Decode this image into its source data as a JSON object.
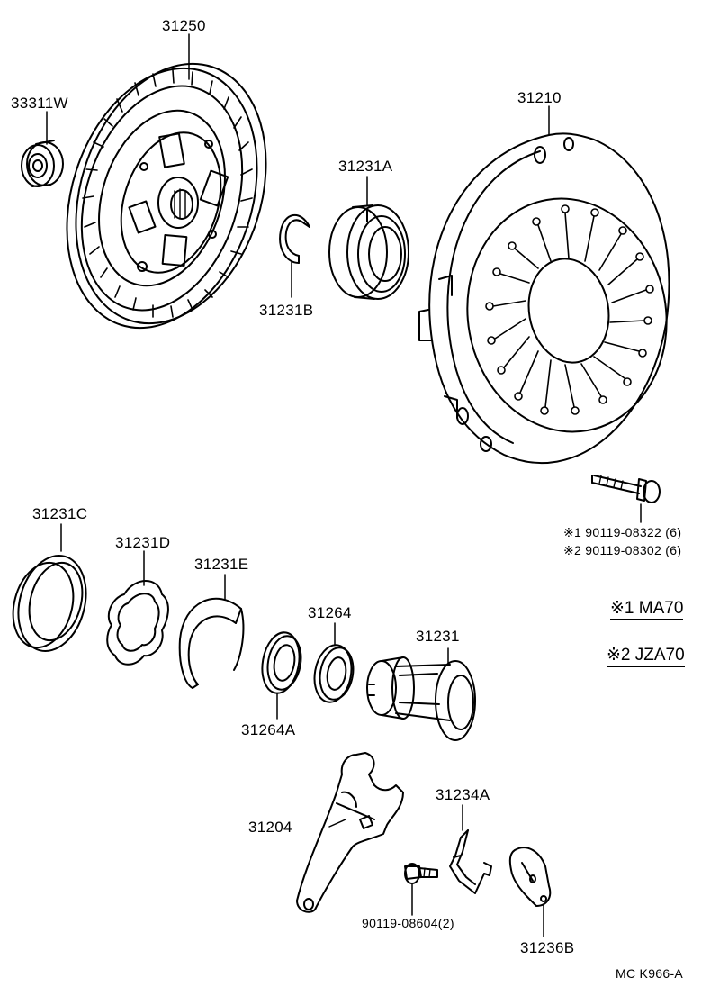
{
  "labels": {
    "p31250": "31250",
    "p33311W": "33311W",
    "p31210": "31210",
    "p31231A": "31231A",
    "p31231B": "31231B",
    "p31231C": "31231C",
    "p31231D": "31231D",
    "p31231E": "31231E",
    "p31264": "31264",
    "p31264A": "31264A",
    "p31231": "31231",
    "p31234A": "31234A",
    "p31204": "31204",
    "p31236B": "31236B",
    "bolt_small": "90119-08604(2)",
    "bolt1": "※1 90119-08322 (6)",
    "bolt2": "※2 90119-08302 (6)"
  },
  "legend": {
    "item1": "※1 MA70",
    "item2": "※2 JZA70"
  },
  "footer": {
    "code": "MC K966-A"
  }
}
